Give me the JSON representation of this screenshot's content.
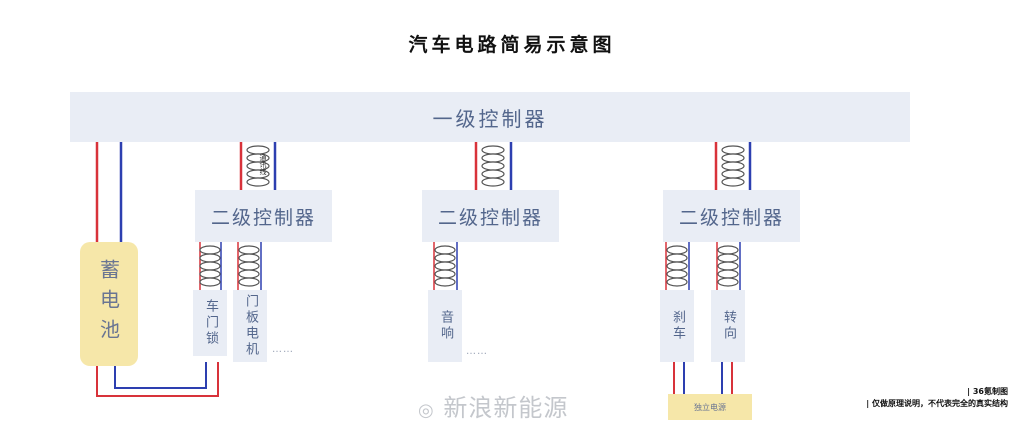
{
  "title": "汽车电路简易示意图",
  "level1": "一级控制器",
  "level2": [
    "二级控制器",
    "二级控制器",
    "二级控制器"
  ],
  "bus_label": "通讯线",
  "battery": "蓄电池",
  "devices": {
    "door_lock": "车门锁",
    "door_motor": "门板电机",
    "audio": "音响",
    "brake": "刹车",
    "steering": "转向"
  },
  "ellipsis": "……",
  "power_source": "独立电源",
  "notes": [
    "| 36氪制图",
    "| 仅做原理说明，不代表完全的真实结构"
  ],
  "watermark": "新浪新能源",
  "colors": {
    "box": "#e9edf5",
    "battery": "#f6e7a9",
    "red": "#d8323a",
    "blue": "#2d3fb0",
    "text": "#53668c"
  }
}
